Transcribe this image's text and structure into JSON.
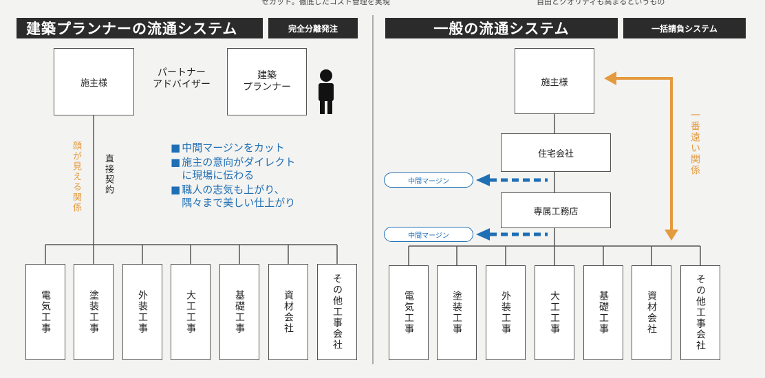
{
  "top_notes": {
    "left": "セカット。徹底したコスト管理を実現",
    "right": "自由とクオリティも高まるというもの"
  },
  "left": {
    "title": "建築プランナーの流通システム",
    "subtitle": "完全分離発注",
    "owner": "施主様",
    "partner": "パートナー\nアドバイザー",
    "planner": "建築\nプランナー",
    "face_label": "顔が見える関係",
    "contract_label": "直接契約",
    "bullets": [
      "中間マージンをカット",
      "施主の意向がダイレクト\nに現場に伝わる",
      "職人の志気も上がり、\n隅々まで美しい仕上がり"
    ],
    "trades": [
      "電気工事",
      "塗装工事",
      "外装工事",
      "大工工事",
      "基礎工事",
      "資材会社",
      "その他工事会社"
    ]
  },
  "right": {
    "title": "一般の流通システム",
    "subtitle": "一括請負システム",
    "owner": "施主様",
    "house_company": "住宅会社",
    "contractor": "専属工務店",
    "margin_labels": [
      "中間マージン",
      "中間マージン"
    ],
    "distance_label": "一番遠い関係",
    "trades": [
      "電気工事",
      "塗装工事",
      "外装工事",
      "大工工事",
      "基礎工事",
      "資材会社",
      "その他工事会社"
    ]
  },
  "colors": {
    "dark": "#2b2b2b",
    "orange": "#e49a3e",
    "blue": "#1f6fb5"
  }
}
